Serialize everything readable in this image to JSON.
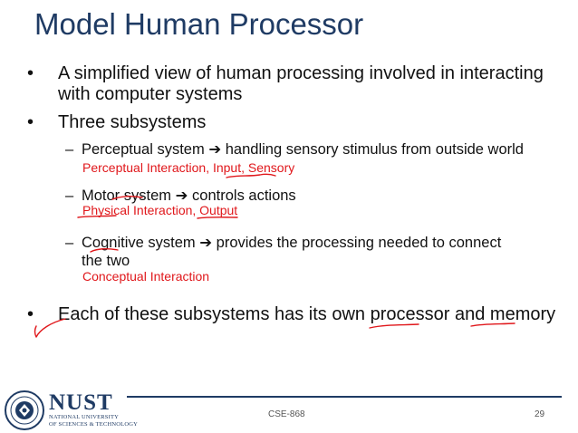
{
  "slide": {
    "title": "Model Human Processor",
    "bullet_symbol": "•",
    "dash_symbol": "–",
    "arrow_symbol": "➔",
    "bullets": [
      {
        "text": "A simplified view of human processing involved in interacting with computer systems"
      },
      {
        "text": "Three subsystems"
      },
      {
        "text": "Each of these subsystems has its own processor and memory"
      }
    ],
    "subsystems": [
      {
        "name": "Perceptual system",
        "desc": "handling sensory stimulus from outside world",
        "note": "Perceptual Interaction, Input, Sensory"
      },
      {
        "name": "Motor system",
        "desc": "controls actions",
        "note": "Physical Interaction, Output"
      },
      {
        "name": "Cognitive system",
        "desc": "provides the processing needed to connect the two",
        "note": "Conceptual Interaction"
      }
    ]
  },
  "footer": {
    "logo_name": "NUST",
    "logo_sub_1": "NATIONAL UNIVERSITY",
    "logo_sub_2": "OF SCIENCES & TECHNOLOGY",
    "course": "CSE-868",
    "page_number": "29"
  },
  "colors": {
    "title": "#1f3b64",
    "annotation": "#e0171b",
    "text": "#111111"
  },
  "icons": {
    "logo": "university-crest-icon"
  }
}
